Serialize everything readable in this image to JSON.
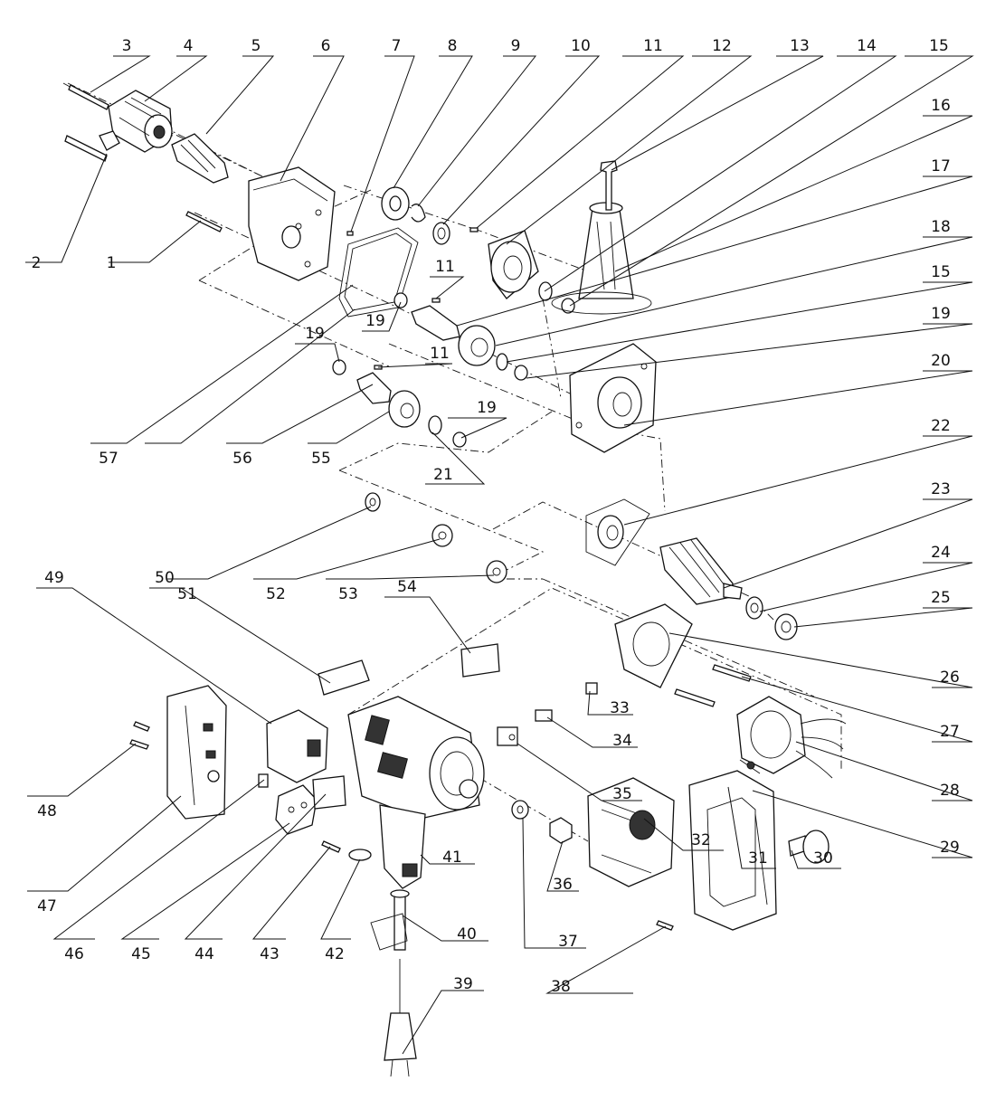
{
  "diagram": {
    "callouts": [
      {
        "n": "1"
      },
      {
        "n": "2"
      },
      {
        "n": "3"
      },
      {
        "n": "4"
      },
      {
        "n": "5"
      },
      {
        "n": "6"
      },
      {
        "n": "7"
      },
      {
        "n": "8"
      },
      {
        "n": "9"
      },
      {
        "n": "10"
      },
      {
        "n": "11"
      },
      {
        "n": "12"
      },
      {
        "n": "13"
      },
      {
        "n": "14"
      },
      {
        "n": "15"
      },
      {
        "n": "16"
      },
      {
        "n": "17"
      },
      {
        "n": "18"
      },
      {
        "n": "15"
      },
      {
        "n": "19"
      },
      {
        "n": "20"
      },
      {
        "n": "22"
      },
      {
        "n": "23"
      },
      {
        "n": "24"
      },
      {
        "n": "25"
      },
      {
        "n": "26"
      },
      {
        "n": "27"
      },
      {
        "n": "28"
      },
      {
        "n": "29"
      },
      {
        "n": "30"
      },
      {
        "n": "31"
      },
      {
        "n": "32"
      },
      {
        "n": "33"
      },
      {
        "n": "34"
      },
      {
        "n": "35"
      },
      {
        "n": "36"
      },
      {
        "n": "37"
      },
      {
        "n": "38"
      },
      {
        "n": "39"
      },
      {
        "n": "40"
      },
      {
        "n": "41"
      },
      {
        "n": "42"
      },
      {
        "n": "43"
      },
      {
        "n": "44"
      },
      {
        "n": "45"
      },
      {
        "n": "46"
      },
      {
        "n": "47"
      },
      {
        "n": "48"
      },
      {
        "n": "49"
      },
      {
        "n": "50"
      },
      {
        "n": "51"
      },
      {
        "n": "52"
      },
      {
        "n": "53"
      },
      {
        "n": "54"
      },
      {
        "n": "55"
      },
      {
        "n": "56"
      },
      {
        "n": "57"
      },
      {
        "n": "19"
      },
      {
        "n": "11"
      },
      {
        "n": "19"
      },
      {
        "n": "11"
      },
      {
        "n": "19"
      },
      {
        "n": "21"
      }
    ]
  }
}
